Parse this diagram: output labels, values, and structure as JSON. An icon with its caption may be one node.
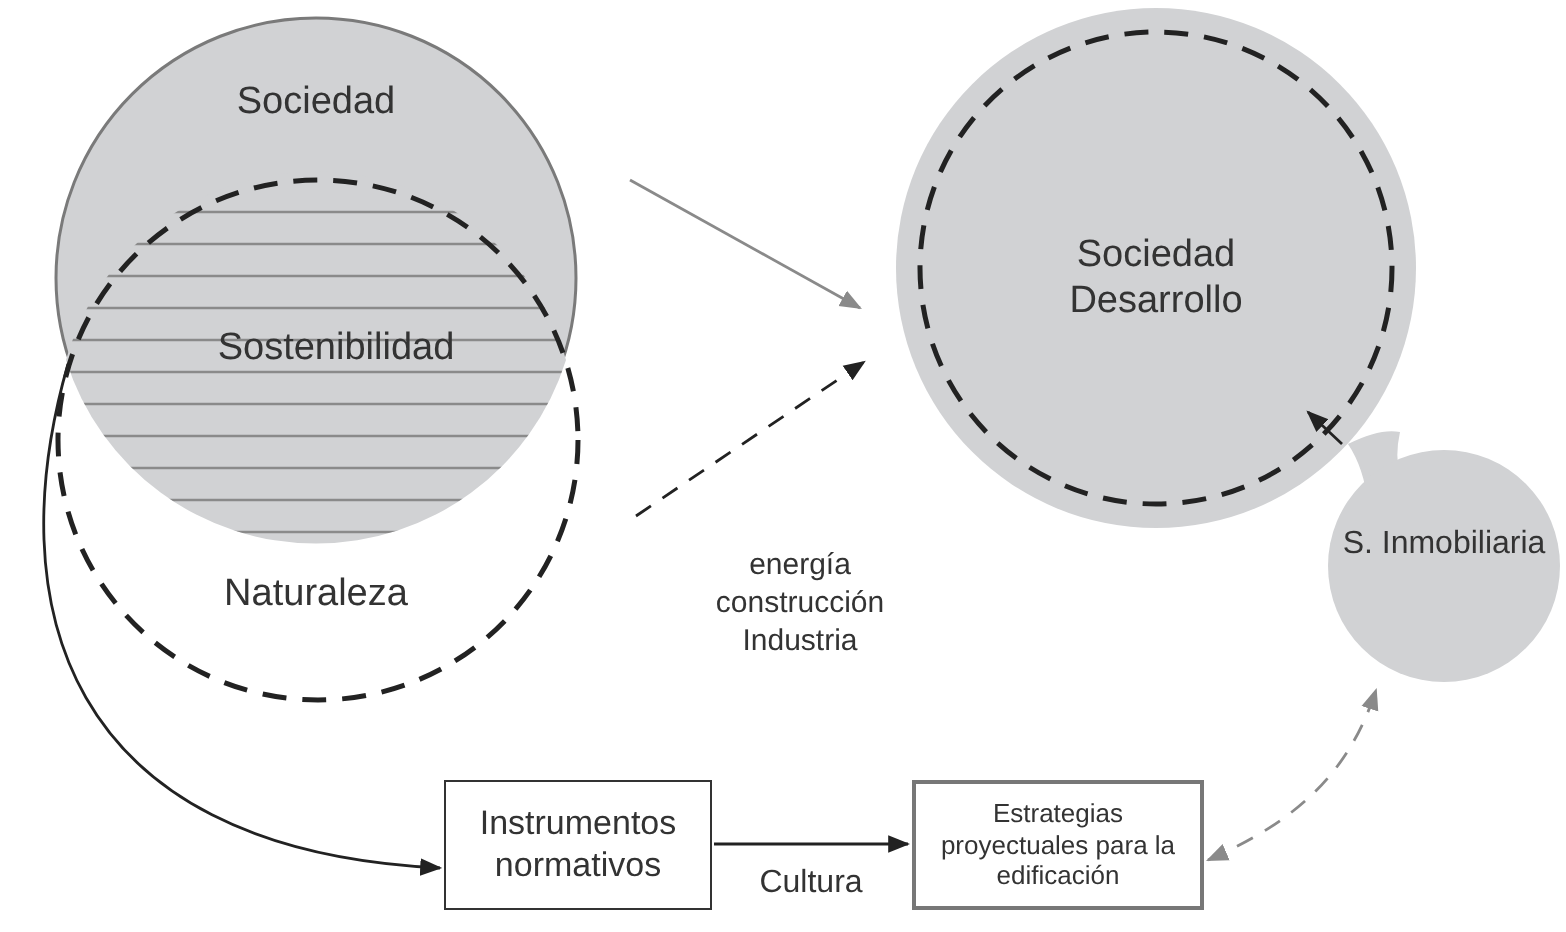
{
  "diagram": {
    "nodes": [
      {
        "text": [
          "Sociedad"
        ]
      },
      {
        "text": [
          "Naturaleza"
        ]
      },
      {
        "text": [
          "Sostenibilidad"
        ]
      },
      {
        "text": [
          "Sociedad Desarrollo"
        ]
      },
      {
        "text": [
          "S. Inmobiliaria"
        ]
      },
      {
        "text": [
          "Instrumentos normativos"
        ]
      },
      {
        "text": [
          "Estrategias proyectuales para la edificación"
        ]
      }
    ],
    "edges": [
      {
        "from": 0,
        "to": 3,
        "arrow": "to",
        "color": "#8a8a8a"
      },
      {
        "from": 1,
        "to": 3,
        "arrow": "to",
        "style": "dashed"
      },
      {
        "from": 2,
        "to": 5,
        "arrow": "to"
      },
      {
        "from": 5,
        "to": 6,
        "arrow": "to",
        "label": "Cultura"
      },
      {
        "from": 6,
        "to": 4,
        "arrow": "both",
        "style": "dashed",
        "color": "#8a8a8a"
      },
      {
        "from": 4,
        "to": 3,
        "arrow": "to"
      }
    ],
    "labels": [
      "energía construcción Industria"
    ]
  }
}
